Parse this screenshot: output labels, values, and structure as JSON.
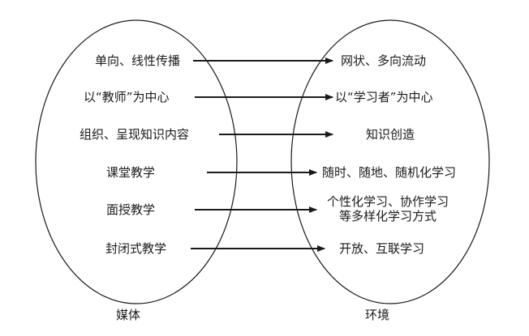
{
  "left_set": {
    "caption": "媒体",
    "items": [
      "单向、线性传播",
      "以“教师”为中心",
      "组织、呈现知识内容",
      "课堂教学",
      "面授教学",
      "封闭式教学"
    ]
  },
  "right_set": {
    "caption": "环境",
    "items": [
      "网状、多向流动",
      "以“学习者”为中心",
      "知识创造",
      "随时、随地、随机化学习",
      "个性化学习、协作学习",
      "等多样化学习方式",
      "开放、互联学习"
    ]
  },
  "colors": {
    "stroke": "#1a1a1a",
    "background": "#ffffff"
  }
}
